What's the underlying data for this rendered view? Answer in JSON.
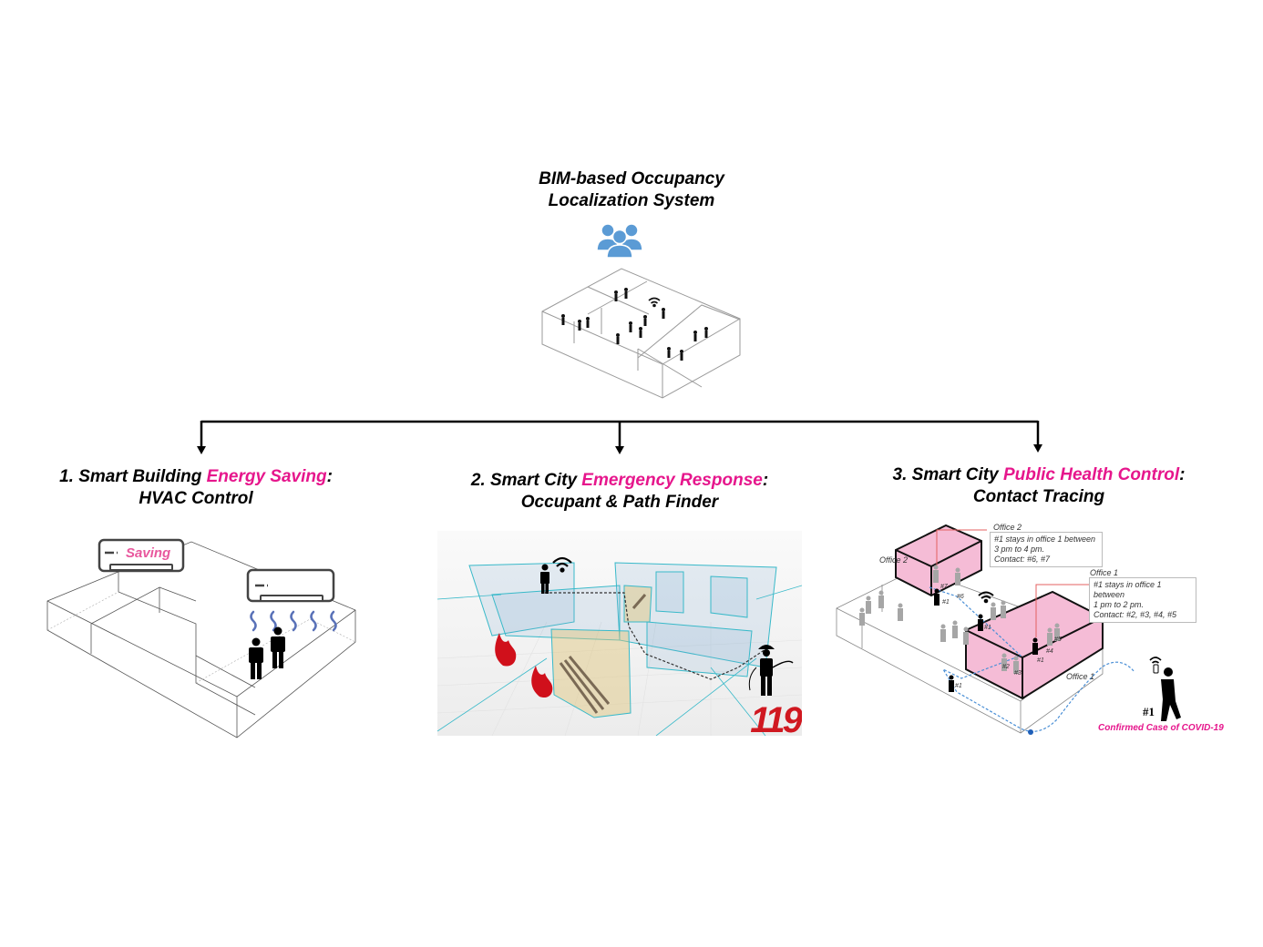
{
  "root": {
    "title_line1": "BIM-based Occupancy",
    "title_line2": "Localization System",
    "icon": "group-users-icon",
    "illustration": "floorplan-occupants-wifi"
  },
  "colors": {
    "accent": "#e6168c",
    "icon_blue": "#5b9bd5",
    "wave_blue": "#5a72b8",
    "office_pink": "#f5bcd6",
    "wireframe_cyan": "#38b9c9",
    "fire_red": "#d0101b",
    "path_blue": "#4a8fd6"
  },
  "branches": [
    {
      "number": "1.",
      "prefix": "Smart Building",
      "highlight": "Energy Saving",
      "suffix": ":",
      "subtitle": "HVAC Control",
      "ac_label": "Saving"
    },
    {
      "number": "2.",
      "prefix": "Smart City",
      "highlight": "Emergency Response",
      "suffix": ":",
      "subtitle": "Occupant & Path Finder",
      "badge": "119"
    },
    {
      "number": "3.",
      "prefix": "Smart City",
      "highlight": "Public Health Control",
      "suffix": ":",
      "subtitle": "Contact Tracing",
      "office2_label": "Office 2",
      "office1_label": "Office 1",
      "office2_note_title": "Office 2",
      "office2_note": [
        "#1 stays in office 1 between",
        "3 pm to 4 pm.",
        "Contact: #6, #7"
      ],
      "office1_note_title": "Office 1",
      "office1_note": [
        "#1 stays in office 1 between",
        "1 pm to 2 pm.",
        "Contact: #2, #3, #4, #5"
      ],
      "person_tags": [
        "#1",
        "#2",
        "#3",
        "#4",
        "#5",
        "#6",
        "#7"
      ],
      "case_tag": "#1",
      "case_label": "Confirmed Case of COVID-19"
    }
  ]
}
